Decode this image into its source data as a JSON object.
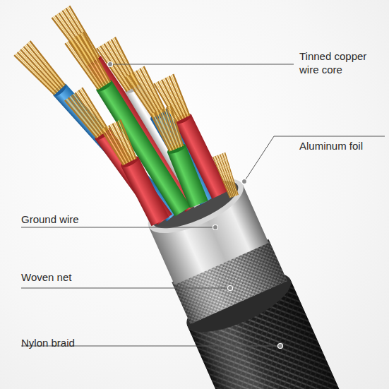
{
  "diagram": {
    "labels": [
      "Tinned copper wire core",
      "Aluminum foil",
      "Ground wire",
      "Woven net",
      "Nylon braid"
    ]
  }
}
